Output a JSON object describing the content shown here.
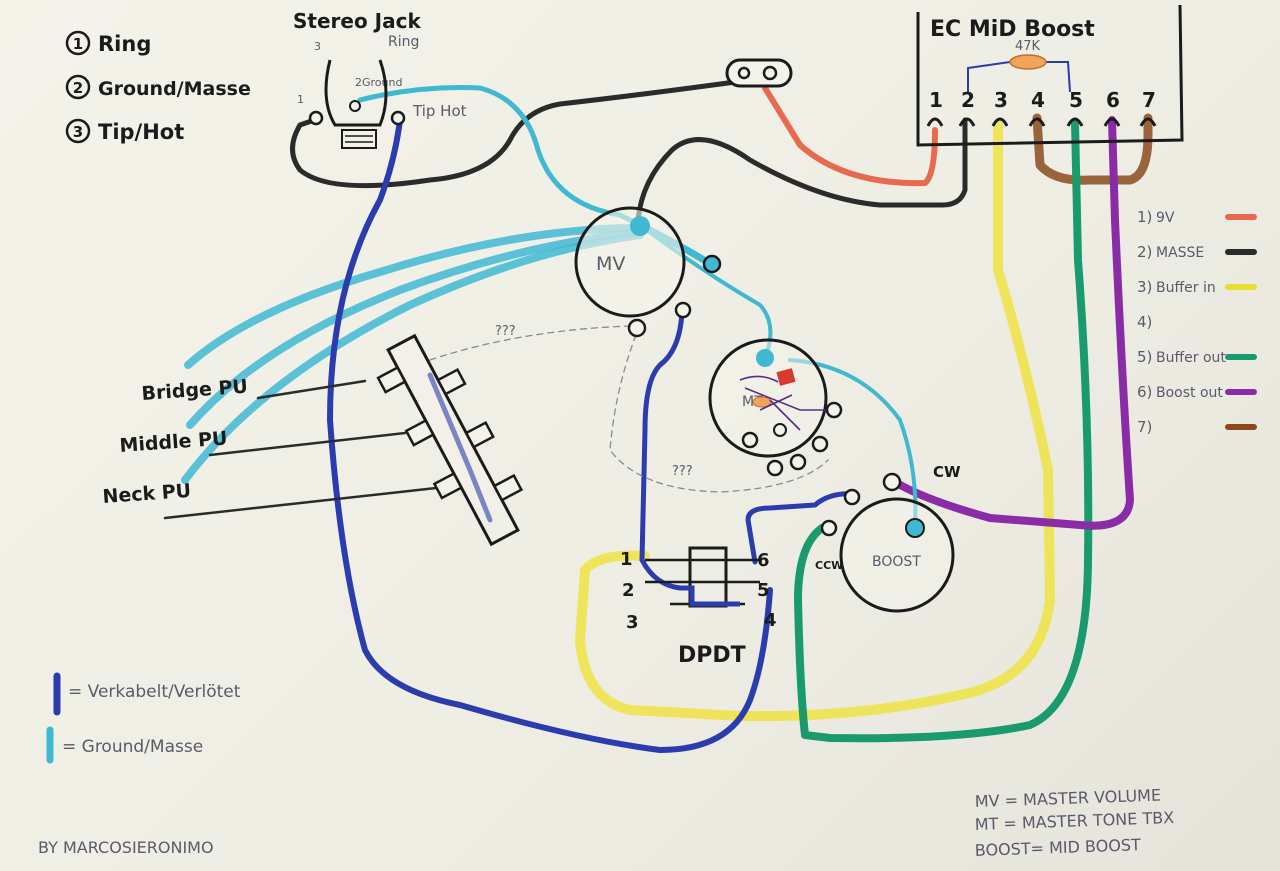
{
  "legend_top": {
    "items": [
      {
        "num": "1",
        "label": "Ring"
      },
      {
        "num": "2",
        "label": "Ground/Masse"
      },
      {
        "num": "3",
        "label": "Tip/Hot"
      }
    ]
  },
  "stereo_jack": {
    "title": "Stereo Jack",
    "ring_label": "Ring",
    "ground_label": "2Ground",
    "tip_label": "Tip Hot",
    "pin_1": "1",
    "pin_3": "3"
  },
  "ec_mid_boost": {
    "title": "EC MiD Boost",
    "resistor": "47K",
    "pins": [
      "1",
      "2",
      "3",
      "4",
      "5",
      "6",
      "7"
    ]
  },
  "pin_legend": [
    {
      "num": "1)",
      "label": "9V",
      "color": "#e86a4e"
    },
    {
      "num": "2)",
      "label": "MASSE",
      "color": "#2b2b2b"
    },
    {
      "num": "3)",
      "label": "Buffer in",
      "color": "#e8df34"
    },
    {
      "num": "4)",
      "label": "",
      "color": ""
    },
    {
      "num": "5)",
      "label": "Buffer out",
      "color": "#1a9b6e"
    },
    {
      "num": "6)",
      "label": "Boost out",
      "color": "#8a2ba8"
    },
    {
      "num": "7)",
      "label": "",
      "color": "#8a4a1e"
    }
  ],
  "components": {
    "mv": "MV",
    "mt": "MT",
    "boost": "BOOST",
    "cw": "CW",
    "ccw": "CCW",
    "dpdt": "DPDT",
    "dpdt_pins": [
      "1",
      "2",
      "3",
      "4",
      "5",
      "6"
    ],
    "unknown_1": "???",
    "unknown_2": "???"
  },
  "pickups": {
    "bridge": "Bridge PU",
    "middle": "Middle PU",
    "neck": "Neck PU"
  },
  "legend_bottom": {
    "blue": "= Verkabelt/Verlötet",
    "cyan": "= Ground/Masse"
  },
  "abbrev": [
    "MV = MASTER VOLUME",
    "MT = MASTER TONE TBX",
    "BOOST= MID BOOST"
  ],
  "signature": "BY MARCOSIERONIMO",
  "colors": {
    "blue_wire": "#2a3cae",
    "cyan_wire": "#3fb8d2",
    "black_wire": "#2b2b2b",
    "orange_wire": "#e86a4e",
    "yellow_wire": "#eee34a",
    "green_wire": "#1a9b6e",
    "purple_wire": "#8a2ba8",
    "brown_wire": "#8a4a1e"
  }
}
